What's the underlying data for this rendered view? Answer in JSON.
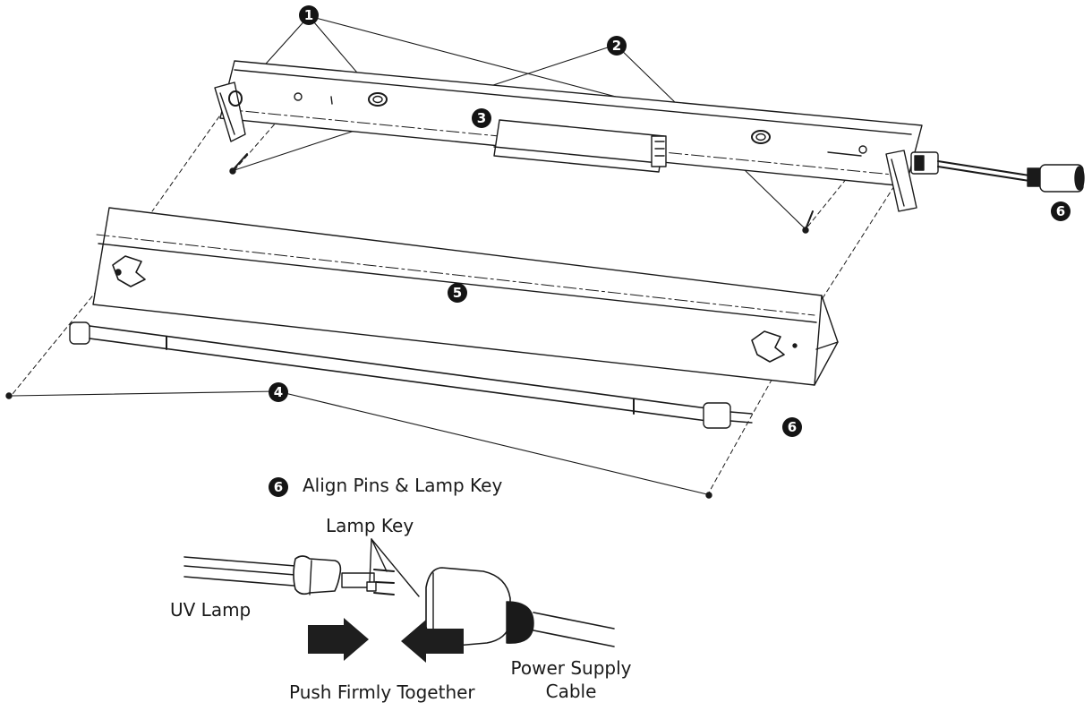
{
  "callouts": {
    "c1": "1",
    "c2": "2",
    "c3": "3",
    "c4": "4",
    "c5": "5",
    "c6_top": "6",
    "c6_mid": "6",
    "c6_detail": "6"
  },
  "detail": {
    "title": "Align Pins & Lamp Key",
    "lamp_key": "Lamp Key",
    "uv_lamp": "UV Lamp",
    "push": "Push Firmly Together",
    "power_line1": "Power Supply",
    "power_line2": "Cable"
  },
  "colors": {
    "ink": "#1a1a1a",
    "badge": "#141414",
    "arrow": "#1e1e1e",
    "paper": "#ffffff"
  }
}
